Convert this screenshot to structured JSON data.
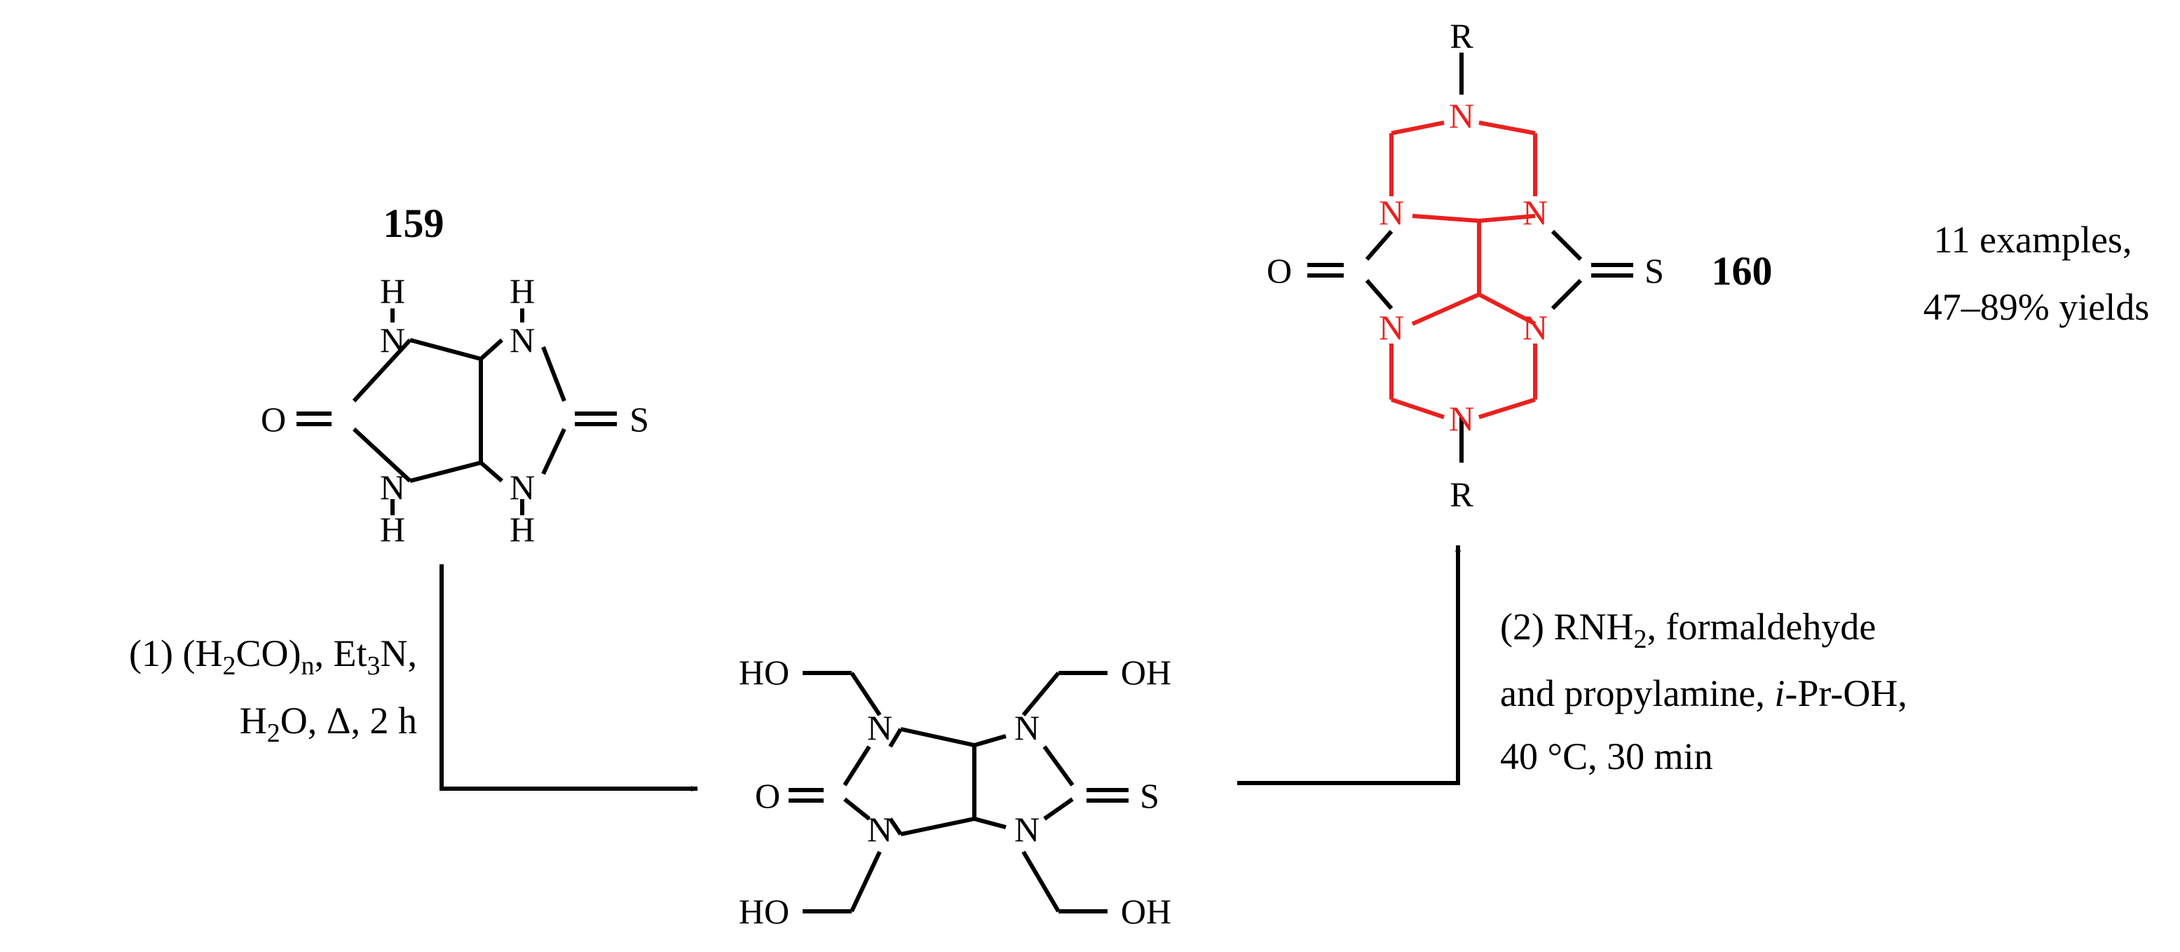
{
  "compound_159": {
    "label": "159",
    "atoms": {
      "H": "H",
      "N": "N",
      "O": "O",
      "S": "S"
    }
  },
  "intermediate": {
    "atoms": {
      "HO": "HO",
      "OH": "OH",
      "N": "N",
      "O": "O",
      "S": "S"
    }
  },
  "compound_160": {
    "label": "160",
    "atoms": {
      "R": "R",
      "N": "N",
      "O": "O",
      "S": "S"
    },
    "ring_color": "#e8211f",
    "note_line1": "11 examples,",
    "note_line2": "47–89% yields"
  },
  "step1": {
    "line1": {
      "a": "(1) (H",
      "sub1": "2",
      "b": "CO)",
      "sub2": "n",
      "c": ", Et",
      "sub3": "3",
      "d": "N,"
    },
    "line2": {
      "a": "H",
      "sub1": "2",
      "b": "O, Δ, 2 h"
    }
  },
  "step2": {
    "line1": {
      "a": "(2) RNH",
      "sub1": "2",
      "b": ", formaldehyde"
    },
    "line2": {
      "a": "and propylamine, ",
      "italic": "i",
      "b": "-Pr-OH,"
    },
    "line3": "40 °C, 30 min"
  }
}
